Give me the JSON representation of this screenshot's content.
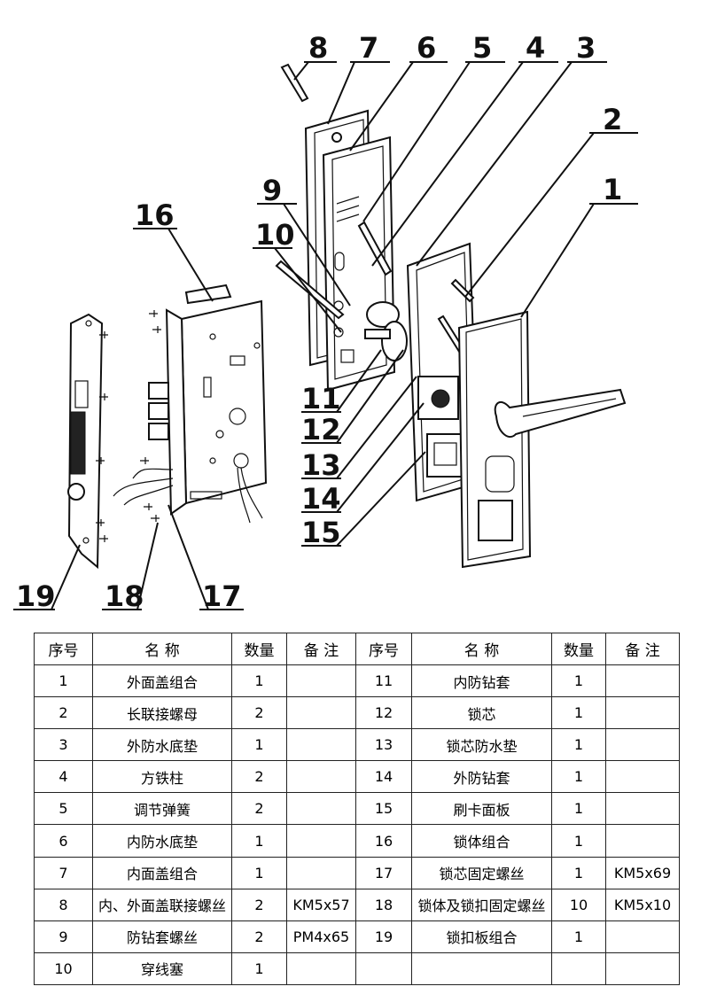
{
  "callouts": [
    "1",
    "2",
    "3",
    "4",
    "5",
    "6",
    "7",
    "8",
    "9",
    "10",
    "11",
    "12",
    "13",
    "14",
    "15",
    "16",
    "17",
    "18",
    "19"
  ],
  "table": {
    "headers": [
      "序号",
      "名 称",
      "数量",
      "备 注",
      "序号",
      "名 称",
      "数量",
      "备 注"
    ],
    "rows": [
      [
        "1",
        "外面盖组合",
        "1",
        "",
        "11",
        "内防钻套",
        "1",
        ""
      ],
      [
        "2",
        "长联接螺母",
        "2",
        "",
        "12",
        "锁芯",
        "1",
        ""
      ],
      [
        "3",
        "外防水底垫",
        "1",
        "",
        "13",
        "锁芯防水垫",
        "1",
        ""
      ],
      [
        "4",
        "方铁柱",
        "2",
        "",
        "14",
        "外防钻套",
        "1",
        ""
      ],
      [
        "5",
        "调节弹簧",
        "2",
        "",
        "15",
        "刷卡面板",
        "1",
        ""
      ],
      [
        "6",
        "内防水底垫",
        "1",
        "",
        "16",
        "锁体组合",
        "1",
        ""
      ],
      [
        "7",
        "内面盖组合",
        "1",
        "",
        "17",
        "锁芯固定螺丝",
        "1",
        "KM5x69"
      ],
      [
        "8",
        "内、外面盖联接螺丝",
        "2",
        "KM5x57",
        "18",
        "锁体及锁扣固定螺丝",
        "10",
        "KM5x10"
      ],
      [
        "9",
        "防钻套螺丝",
        "2",
        "PM4x65",
        "19",
        "锁扣板组合",
        "1",
        ""
      ],
      [
        "10",
        "穿线塞",
        "1",
        "",
        "",
        "",
        "",
        ""
      ]
    ]
  }
}
